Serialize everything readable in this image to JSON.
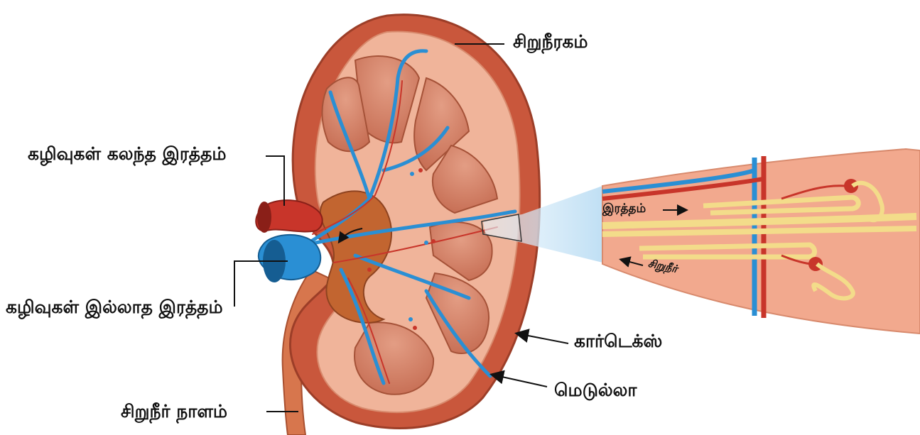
{
  "diagram": {
    "labels": {
      "kidney": "சிறுநீரகம்",
      "impure_blood": "கழிவுகள் கலந்த இரத்தம்",
      "pure_blood": "கழிவுகள் இல்லாத இரத்தம்",
      "ureter": "சிறுநீர் நாளம்",
      "cortex": "கார்டெக்ஸ்",
      "medulla": "மெடுல்லா",
      "inset_blood": "இரத்தம்",
      "inset_urine": "சிறுநீர்"
    },
    "colors": {
      "capsule": "#c9573c",
      "cortex": "#f0b49a",
      "pyramid": "#cf7a5f",
      "pelvis": "#c26530",
      "vein": "#2a8fd4",
      "artery": "#c8352a",
      "nephron": "#f3dc8a",
      "inset_bg": "#f2a98e",
      "callout_beam": "#d6ecf9"
    }
  }
}
